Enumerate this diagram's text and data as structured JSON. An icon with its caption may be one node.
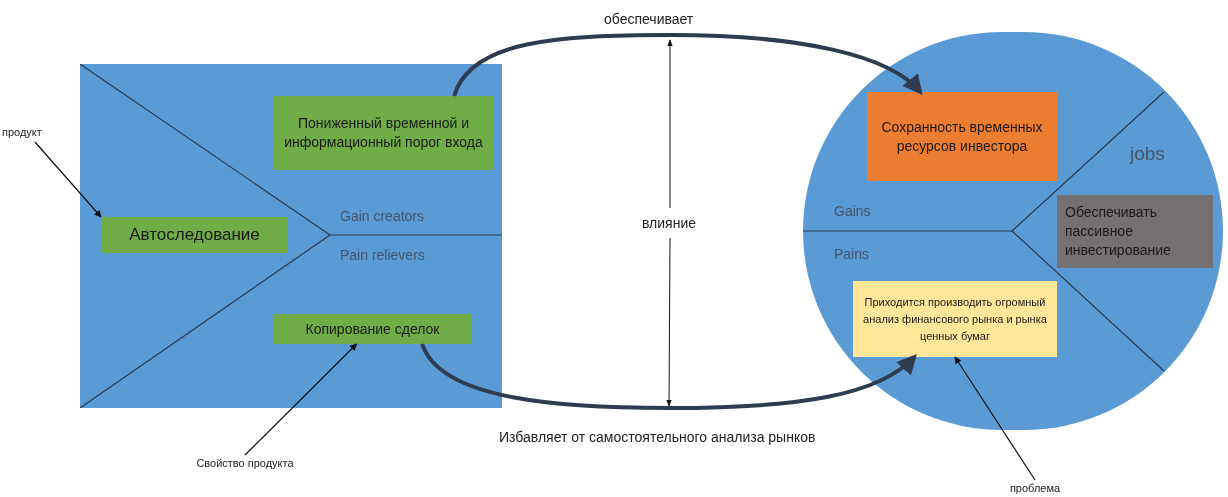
{
  "diagram": {
    "nodes": [
      {
        "text": [
          "Gain creators",
          "Pain relievers"
        ]
      },
      {
        "text": [
          "Пониженный временной и информационный порог входа"
        ],
        "in": 0
      },
      {
        "text": [
          "Автоследование"
        ],
        "in": 0
      },
      {
        "text": [
          "Копирование сделок"
        ],
        "in": 0
      },
      {
        "text": [
          "Gains",
          "Pains",
          "jobs"
        ]
      },
      {
        "text": [
          "Сохранность временных ресурсов инвестора"
        ],
        "in": 4
      },
      {
        "text": [
          "Обеспечивать пассивное инвестирование"
        ],
        "in": 4
      },
      {
        "text": [
          "Приходится производить огромный анализ финансового рынка и рынка ценных бумаг"
        ],
        "in": 4
      },
      {
        "text": [
          "продукт"
        ]
      },
      {
        "text": [
          "Свойство продукта"
        ]
      },
      {
        "text": [
          "проблема"
        ]
      }
    ],
    "edges": [
      {
        "from": 1,
        "to": 5,
        "arrow": "to",
        "label": "обеспечивает",
        "style": "thick"
      },
      {
        "from": 3,
        "to": 7,
        "arrow": "to",
        "label": "Избавляет от самостоятельного анализа рынков",
        "style": "thick"
      },
      {
        "from": 8,
        "to": 2,
        "arrow": "to"
      },
      {
        "from": 9,
        "to": 3,
        "arrow": "to"
      },
      {
        "from": 10,
        "to": 7,
        "arrow": "to"
      }
    ],
    "labels": [
      "влияние"
    ]
  }
}
